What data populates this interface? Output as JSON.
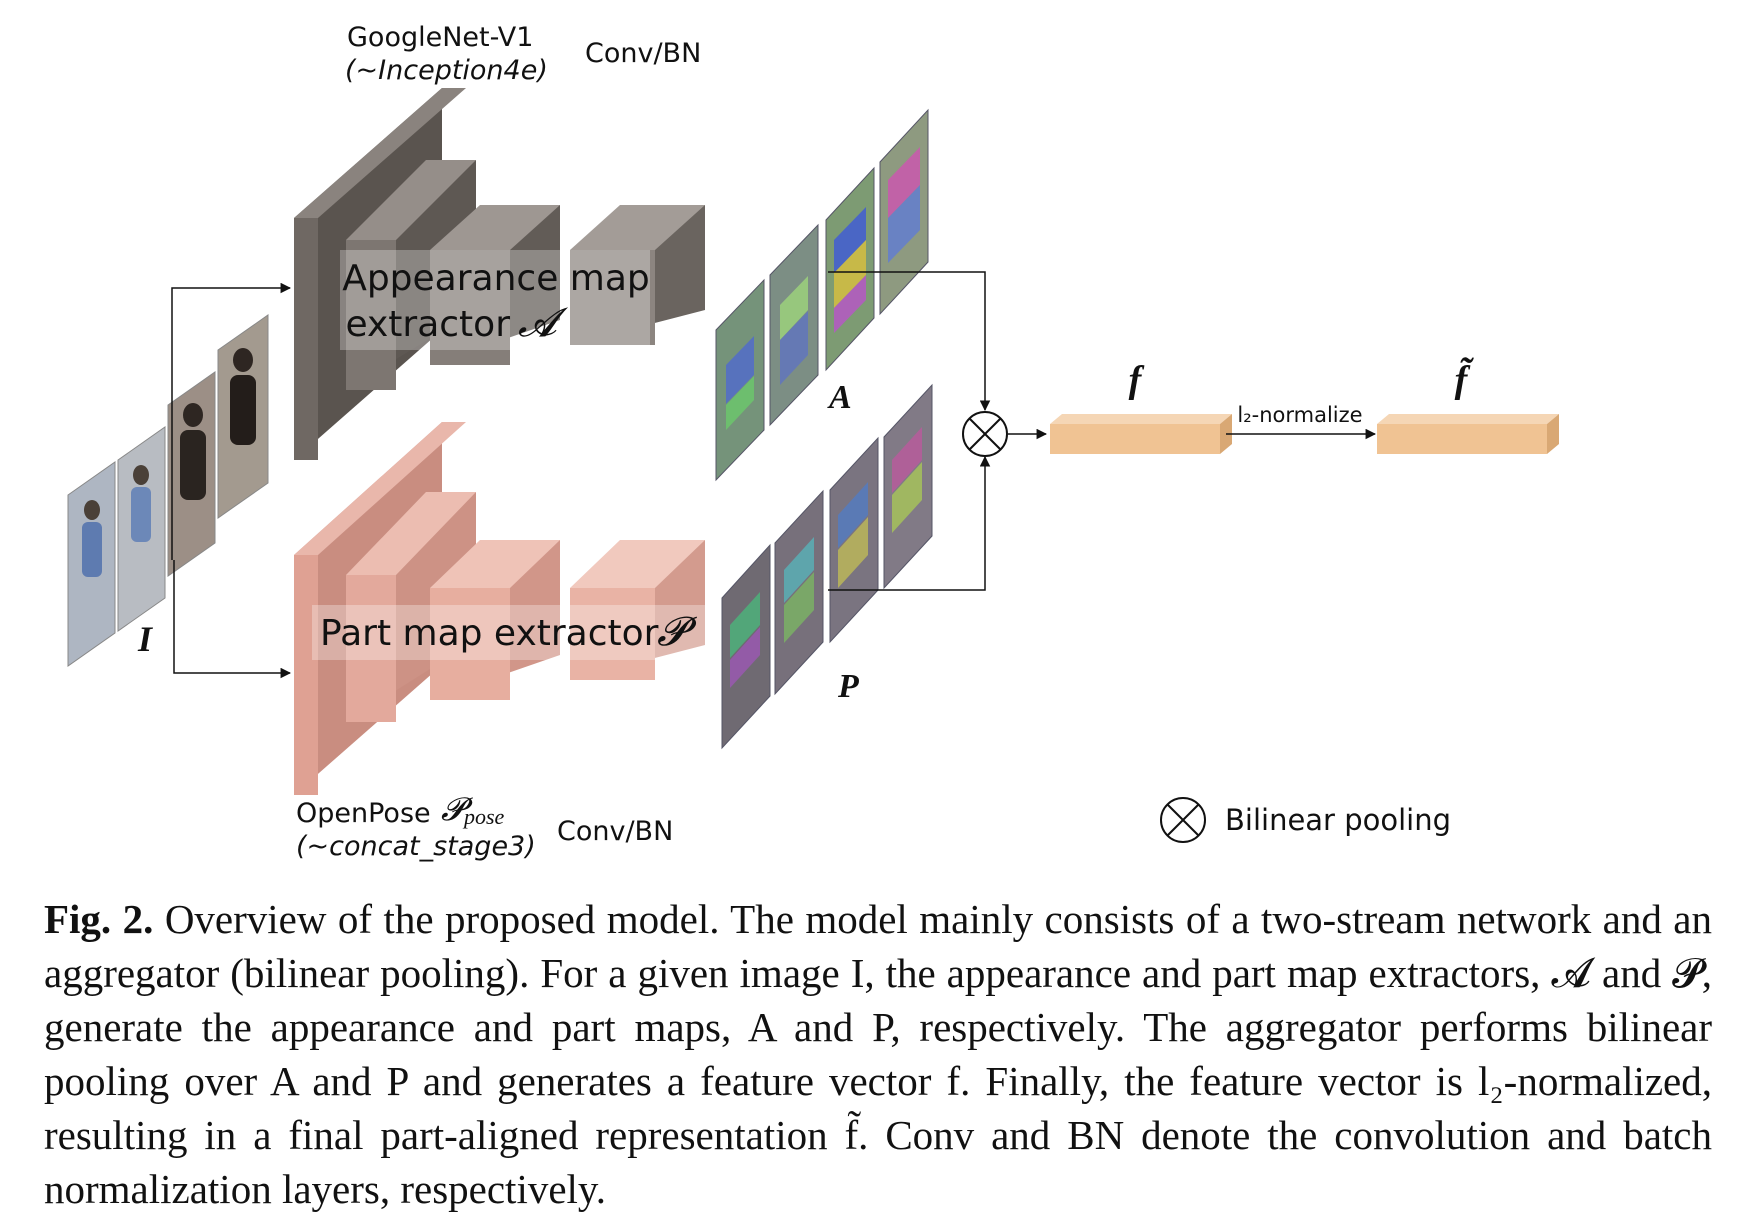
{
  "diagram": {
    "input_label": "I",
    "appearance": {
      "backbone_name": "GoogleNet-V1",
      "backbone_layer": "(~Inception4e)",
      "head": "Conv/BN",
      "extractor_line1": "Appearance map",
      "extractor_line2": "extractor",
      "extractor_symbol": "𝓐",
      "map_label": "A"
    },
    "part": {
      "backbone_name": "OpenPose",
      "backbone_symbol": "𝓟",
      "backbone_subscript": "pose",
      "backbone_layer": "(~concat_stage3)",
      "head": "Conv/BN",
      "extractor_text": "Part map extractor",
      "extractor_symbol": "𝓟",
      "map_label": "P"
    },
    "feature_label": "f",
    "final_feature_label": "f̃",
    "normalize_label": "l₂-normalize",
    "operator_symbol": "⊗",
    "legend_text": "Bilinear pooling",
    "colors": {
      "appearance_stream": "#6f6863",
      "part_stream": "#dfa193",
      "feature_vector": "#f0c393"
    }
  },
  "caption": {
    "label": "Fig. 2.",
    "text": "Overview of the proposed model. The model mainly consists of a two-stream network and an aggregator (bilinear pooling). For a given image I, the appearance and part map extractors, 𝓐 and 𝓟, generate the appearance and part maps, A and P, respectively. The aggregator performs bilinear pooling over A and P and generates a feature vector f. Finally, the feature vector is l₂-normalized, resulting in a final part-aligned representation f̃. Conv and BN denote the convolution and batch normalization layers, respectively."
  }
}
